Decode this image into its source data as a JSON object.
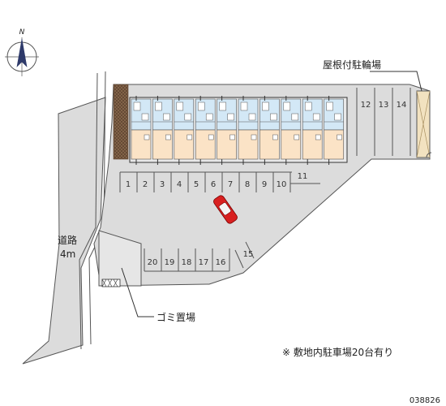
{
  "compass": {
    "north_label": "N"
  },
  "labels": {
    "bicycle_shed": "屋根付駐輪場",
    "road_name": "道路",
    "road_width": "4m",
    "garbage": "ゴミ置場",
    "note": "※ 敷地内駐車場20台有り",
    "code": "038826"
  },
  "parking": {
    "row_north": [
      "1",
      "2",
      "3",
      "4",
      "5",
      "6",
      "7",
      "8",
      "9",
      "10"
    ],
    "slot_11": "11",
    "row_south": [
      "20",
      "19",
      "18",
      "17",
      "16"
    ],
    "slot_15": "15",
    "row_ne": [
      "12",
      "13",
      "14"
    ]
  },
  "colors": {
    "ground": "#dcdcdc",
    "building_bg": "#e8e8e8",
    "room_blue": "#d3e8f6",
    "room_orange": "#fbe3c6",
    "shed": "#f2e2c0",
    "hedge": "#9b7a5e",
    "car": "#d82020"
  }
}
